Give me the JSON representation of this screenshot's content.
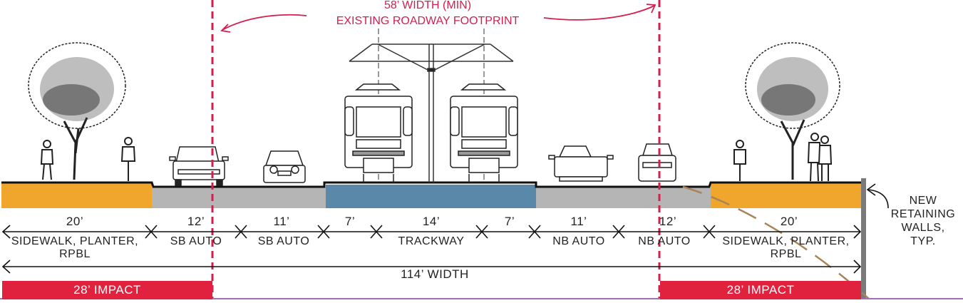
{
  "header": {
    "line1": "58’ WIDTH (MIN)",
    "line2": "EXISTING ROADWAY FOOTPRINT"
  },
  "segments": [
    {
      "width": "20’",
      "label_line1": "SIDEWALK, PLANTER,",
      "label_line2": "RPBL"
    },
    {
      "width": "12’",
      "label_line1": "SB AUTO"
    },
    {
      "width": "11’",
      "label_line1": "SB AUTO"
    },
    {
      "width": "7’",
      "label_line1": ""
    },
    {
      "width": "14’",
      "label_line1": "TRACKWAY"
    },
    {
      "width": "7’",
      "label_line1": ""
    },
    {
      "width": "11’",
      "label_line1": "NB AUTO"
    },
    {
      "width": "12’",
      "label_line1": "NB AUTO"
    },
    {
      "width": "20’",
      "label_line1": "SIDEWALK, PLANTER,",
      "label_line2": "RPBL"
    }
  ],
  "total_width": "114’ WIDTH",
  "impact": {
    "left": "28’ IMPACT",
    "right": "28’ IMPACT"
  },
  "retaining_note": {
    "line1": "NEW",
    "line2": "RETAINING",
    "line3": "WALLS,",
    "line4": "TYP."
  },
  "colors": {
    "sidewalk": "#f0a62c",
    "roadway": "#b5b5b5",
    "trackway": "#5a88a8",
    "impact": "#e0223f",
    "footprint_line": "#d21f4e",
    "wall": "#7a7a7a"
  }
}
